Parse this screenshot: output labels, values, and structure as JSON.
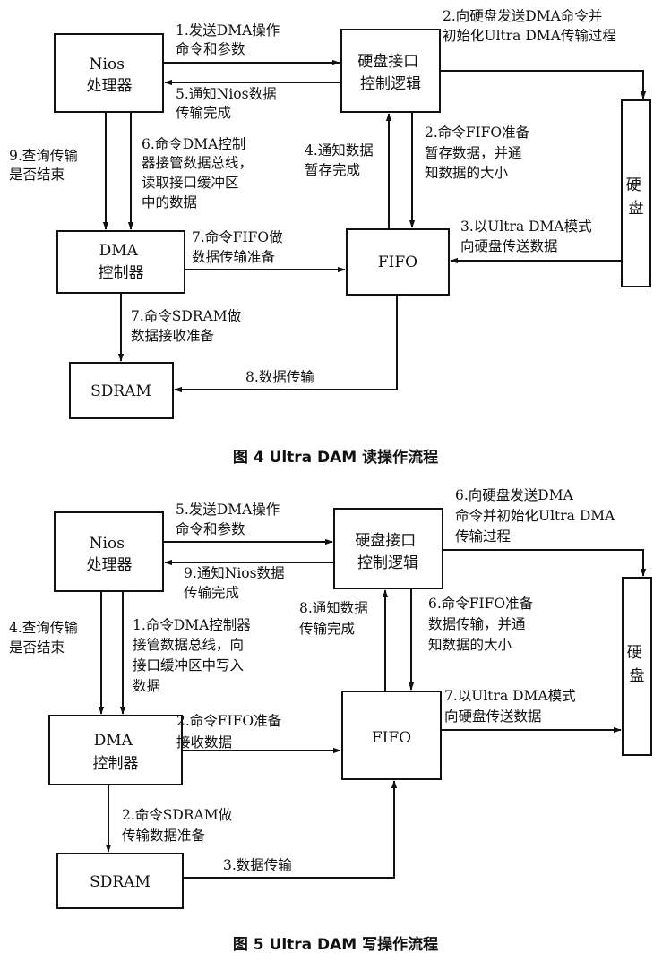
{
  "figure4": {
    "caption": "图 4   Ultra DAM 读操作流程",
    "nodes": {
      "nios": [
        "Nios",
        "处理器"
      ],
      "hdctl": [
        "硬盘接口",
        "控制逻辑"
      ],
      "disk": [
        "硬",
        "盘"
      ],
      "dma": [
        "DMA",
        "控制器"
      ],
      "fifo": [
        "FIFO"
      ],
      "sdram": [
        "SDRAM"
      ]
    },
    "labels": {
      "l1": [
        "1.发送DMA操作",
        "命令和参数"
      ],
      "l2": [
        "2.向硬盘发送DMA命令并",
        "初始化Ultra DMA传输过程"
      ],
      "l5": [
        "5.通知Nios数据",
        "传输完成"
      ],
      "l9": [
        "9.查询传输",
        "是否结束"
      ],
      "l6": [
        "6.命令DMA控制",
        "器接管数据总线，",
        "读取接口缓冲区",
        "中的数据"
      ],
      "l4": [
        "4.通知数据",
        "暂存完成"
      ],
      "l2b": [
        "2.命令FIFO准备",
        "暂存数据，并通",
        "知数据的大小"
      ],
      "l3": [
        "3.以Ultra DMA模式",
        "向硬盘传送数据"
      ],
      "l7a": [
        "7.命令FIFO做",
        "数据传输准备"
      ],
      "l7b": [
        "7.命令SDRAM做",
        "数据接收准备"
      ],
      "l8": [
        "8.数据传输"
      ]
    }
  },
  "figure5": {
    "caption": "图 5   Ultra DAM 写操作流程",
    "nodes": {
      "nios": [
        "Nios",
        "处理器"
      ],
      "hdctl": [
        "硬盘接口",
        "控制逻辑"
      ],
      "disk": [
        "硬",
        "盘"
      ],
      "dma": [
        "DMA",
        "控制器"
      ],
      "fifo": [
        "FIFO"
      ],
      "sdram": [
        "SDRAM"
      ]
    },
    "labels": {
      "l5": [
        "5.发送DMA操作",
        "命令和参数"
      ],
      "l6": [
        "6.向硬盘发送DMA",
        "命令并初始化Ultra DMA",
        "传输过程"
      ],
      "l9": [
        "9.通知Nios数据",
        "传输完成"
      ],
      "l4": [
        "4.查询传输",
        "是否结束"
      ],
      "l1": [
        "1.命令DMA控制器",
        "接管数据总线，向",
        "接口缓冲区中写入",
        "数据"
      ],
      "l8": [
        "8.通知数据",
        "传输完成"
      ],
      "l6b": [
        "6.命令FIFO准备",
        "数据传输，并通",
        "知数据的大小"
      ],
      "l7": [
        "7.以Ultra DMA模式",
        "向硬盘传送数据"
      ],
      "l2a": [
        "2.命令FIFO准备",
        "接收数据"
      ],
      "l2b": [
        "2.命令SDRAM做",
        "传输数据准备"
      ],
      "l3": [
        "3.数据传输"
      ]
    }
  }
}
